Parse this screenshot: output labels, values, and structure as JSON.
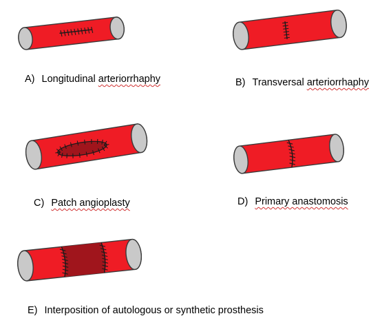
{
  "colors": {
    "vessel_fill": "#ef1c25",
    "patch_fill": "#a0151c",
    "end_fill": "#c9c9c9",
    "outline": "#3a3a3a",
    "stitch": "#1a1a1a",
    "spellcheck_underline": "#d03030"
  },
  "panels": [
    {
      "id": "A",
      "letter": "A)",
      "caption_plain": "Longitudinal ",
      "caption_underlined": "arteriorrhaphy",
      "repair": "longitudinal-suture"
    },
    {
      "id": "B",
      "letter": "B)",
      "caption_plain": "Transversal ",
      "caption_underlined": "arteriorrhaphy",
      "repair": "transverse-suture"
    },
    {
      "id": "C",
      "letter": "C)",
      "caption_plain": "",
      "caption_underlined": "Patch angioplasty",
      "repair": "patch"
    },
    {
      "id": "D",
      "letter": "D)",
      "caption_plain": "",
      "caption_underlined": "Primary anastomosis",
      "repair": "end-to-end-anastomosis"
    },
    {
      "id": "E",
      "letter": "E)",
      "caption_plain": "Interposition of autologous or synthetic prosthesis",
      "caption_underlined": "",
      "repair": "graft-interposition"
    }
  ]
}
